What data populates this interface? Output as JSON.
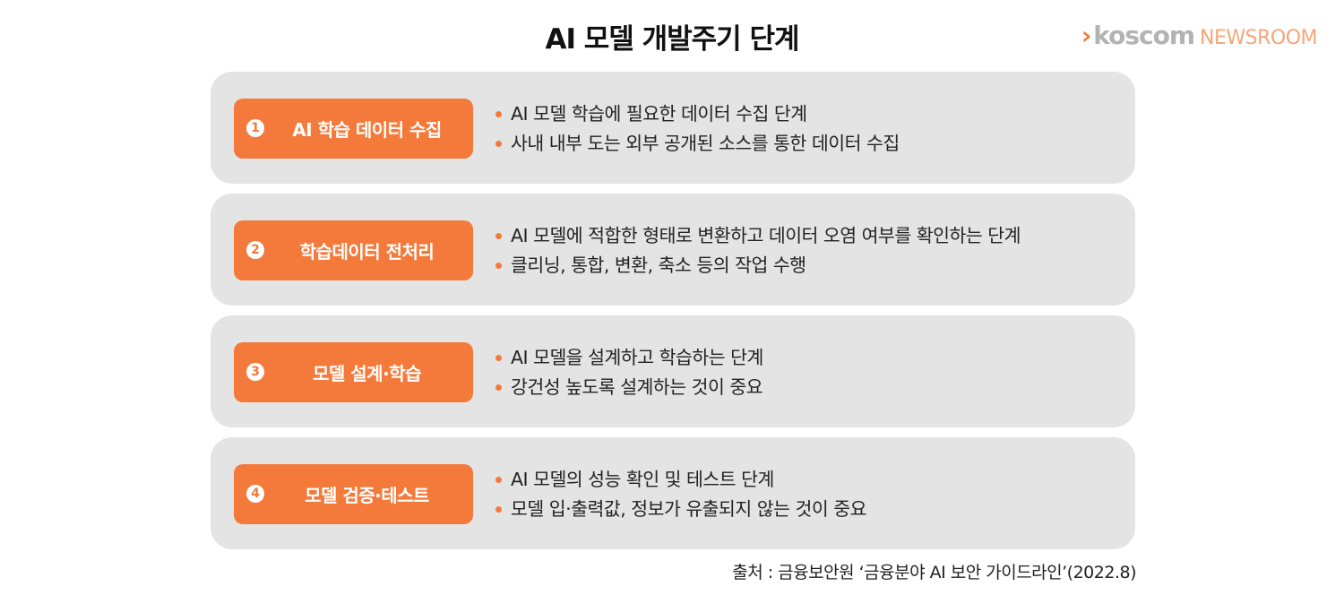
{
  "title": "AI 모델 개발주기 단계",
  "logo": {
    "chevron": "›",
    "brand": "koscom",
    "suffix": "NEWSROOM"
  },
  "colors": {
    "accent": "#f47a3c",
    "card_bg": "#e4e4e4"
  },
  "steps": [
    {
      "number": "1",
      "label": "AI 학습 데이터 수집",
      "bullets": [
        "AI 모델 학습에 필요한 데이터 수집 단계",
        "사내 내부 도는 외부 공개된 소스를 통한 데이터 수집"
      ]
    },
    {
      "number": "2",
      "label": "학습데이터 전처리",
      "bullets": [
        "AI 모델에 적합한 형태로 변환하고 데이터 오염 여부를 확인하는 단계",
        "클리닝, 통합, 변환, 축소 등의 작업 수행"
      ]
    },
    {
      "number": "3",
      "label": "모델 설계·학습",
      "bullets": [
        "AI 모델을 설계하고 학습하는 단계",
        "강건성 높도록 설계하는 것이 중요"
      ]
    },
    {
      "number": "4",
      "label": "모델 검증·테스트",
      "bullets": [
        "AI 모델의 성능 확인 및 테스트 단계",
        "모델 입·출력값, 정보가 유출되지 않는 것이 중요"
      ]
    }
  ],
  "source": "출처 : 금융보안원 ‘금융분야 AI 보안 가이드라인’(2022.8)"
}
